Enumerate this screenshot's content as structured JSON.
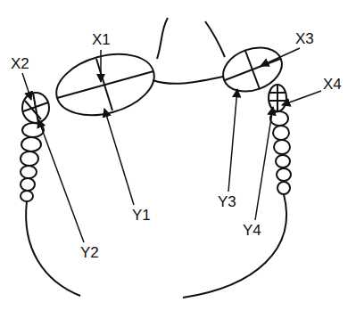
{
  "diagram": {
    "labels": [
      "X1",
      "X2",
      "X3",
      "X4",
      "Y1",
      "Y2",
      "Y3",
      "Y4"
    ]
  }
}
